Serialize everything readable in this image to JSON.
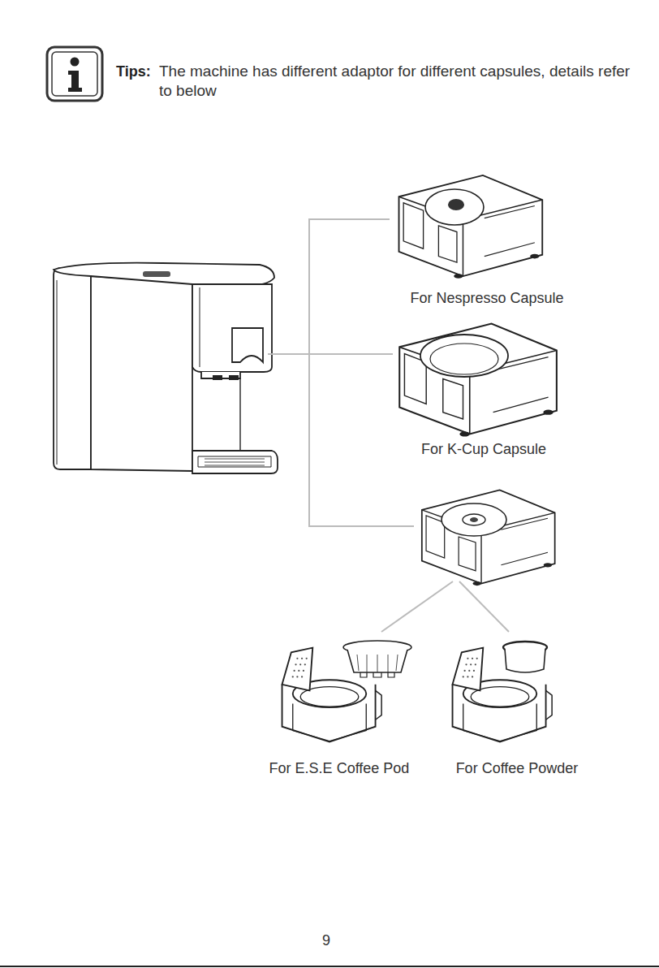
{
  "diagram": {
    "labels": [
      "Tips:",
      "The machine has different adaptor for different capsules, details refer to below",
      "For Nespresso Capsule",
      "For K-Cup Capsule",
      "For E.S.E Coffee Pod",
      "For Coffee Powder",
      "9"
    ]
  }
}
